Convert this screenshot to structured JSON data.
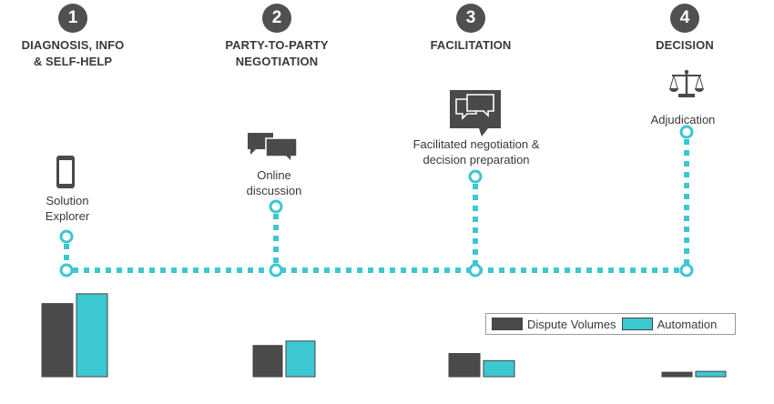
{
  "steps": [
    {
      "number": "1",
      "title_line1": "DIAGNOSIS, INFO",
      "title_line2": "& SELF-HELP",
      "icon": "mobile-phone-icon",
      "label_line1": "Solution",
      "label_line2": "Explorer"
    },
    {
      "number": "2",
      "title_line1": "PARTY-TO-PARTY",
      "title_line2": "NEGOTIATION",
      "icon": "chat-bubbles-icon",
      "label_line1": "Online",
      "label_line2": "discussion"
    },
    {
      "number": "3",
      "title_line1": "FACILITATION",
      "title_line2": "",
      "icon": "chat-bubbles-box-icon",
      "label_line1": "Facilitated negotiation &",
      "label_line2": "decision preparation"
    },
    {
      "number": "4",
      "title_line1": "DECISION",
      "title_line2": "",
      "icon": "scales-of-justice-icon",
      "label_line1": "Adjudication",
      "label_line2": ""
    }
  ],
  "legend": {
    "dispute_label": "Dispute Volumes",
    "automation_label": "Automation"
  },
  "colors": {
    "dark": "#4a4a4a",
    "teal": "#3cc8d0",
    "badge": "#505050"
  },
  "chart_data": {
    "type": "bar",
    "categories": [
      "1",
      "2",
      "3",
      "4"
    ],
    "series": [
      {
        "name": "Dispute Volumes",
        "values": [
          82,
          35,
          26,
          5
        ]
      },
      {
        "name": "Automation",
        "values": [
          93,
          40,
          18,
          6
        ]
      }
    ],
    "ylim": [
      0,
      100
    ]
  }
}
